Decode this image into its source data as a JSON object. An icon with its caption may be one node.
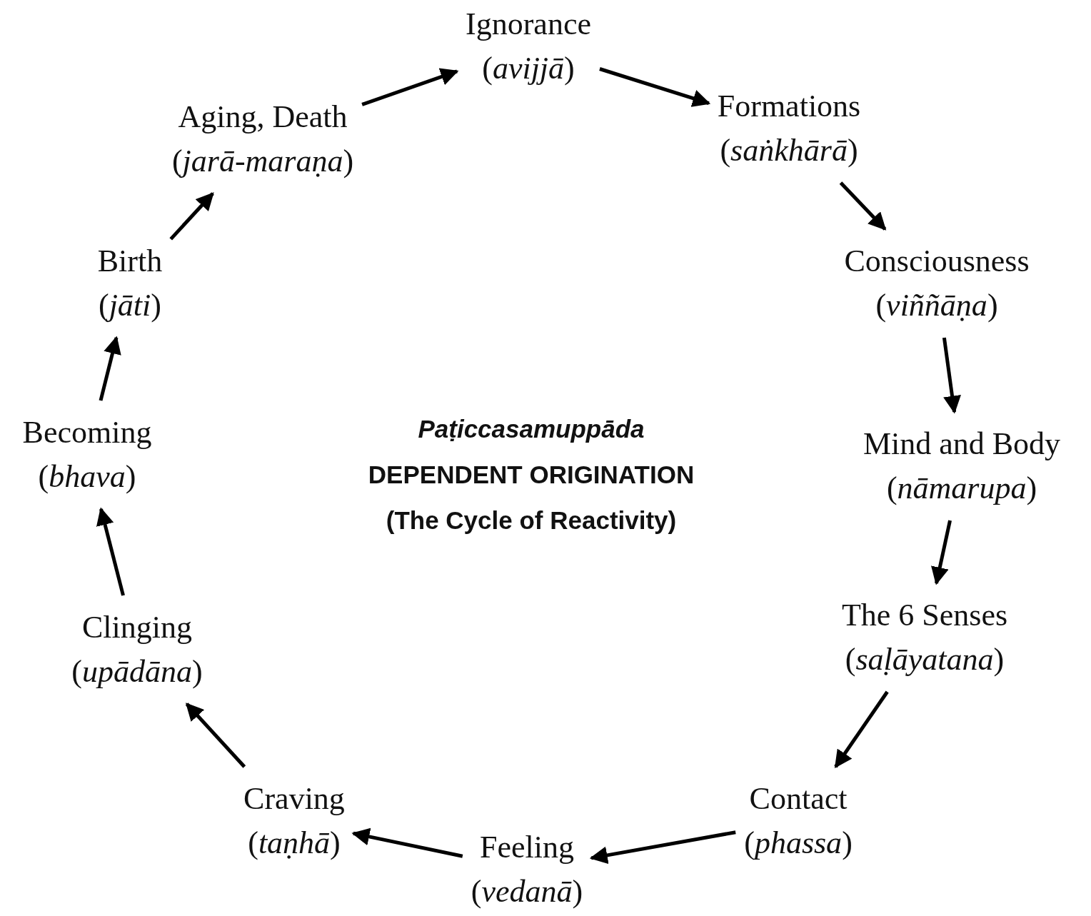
{
  "diagram": {
    "nodes": [
      {
        "text": [
          "Ignorance",
          "(*avijjā*)"
        ]
      },
      {
        "text": [
          "Formations",
          "(*saṅkhārā*)"
        ]
      },
      {
        "text": [
          "Consciousness",
          "(*viññāṇa*)"
        ]
      },
      {
        "text": [
          "Mind and Body",
          "(*nāmarupa*)"
        ]
      },
      {
        "text": [
          "The 6 Senses",
          "(*saḷāyatana*)"
        ]
      },
      {
        "text": [
          "Contact",
          "(*phassa*)"
        ]
      },
      {
        "text": [
          "Feeling",
          "(*vedanā*)"
        ]
      },
      {
        "text": [
          "Craving",
          "(*taṇhā*)"
        ]
      },
      {
        "text": [
          "Clinging",
          "(*upādāna*)"
        ]
      },
      {
        "text": [
          "Becoming",
          "(*bhava*)"
        ]
      },
      {
        "text": [
          "Birth",
          "(*jāti*)"
        ]
      },
      {
        "text": [
          "Aging, Death",
          "(*jarā-maraṇa*)"
        ]
      }
    ],
    "edges": [
      {
        "from": 0,
        "to": 1,
        "arrow": "to"
      },
      {
        "from": 1,
        "to": 2,
        "arrow": "to"
      },
      {
        "from": 2,
        "to": 3,
        "arrow": "to"
      },
      {
        "from": 3,
        "to": 4,
        "arrow": "to"
      },
      {
        "from": 4,
        "to": 5,
        "arrow": "to"
      },
      {
        "from": 5,
        "to": 6,
        "arrow": "to"
      },
      {
        "from": 6,
        "to": 7,
        "arrow": "to"
      },
      {
        "from": 7,
        "to": 8,
        "arrow": "to"
      },
      {
        "from": 8,
        "to": 9,
        "arrow": "to"
      },
      {
        "from": 9,
        "to": 10,
        "arrow": "to"
      },
      {
        "from": 10,
        "to": 11,
        "arrow": "to"
      },
      {
        "from": 11,
        "to": 0,
        "arrow": "to"
      }
    ],
    "labels": [
      "Paṭiccasamuppāda",
      "DEPENDENT ORIGINATION",
      "(The Cycle of Reactivity)"
    ]
  }
}
